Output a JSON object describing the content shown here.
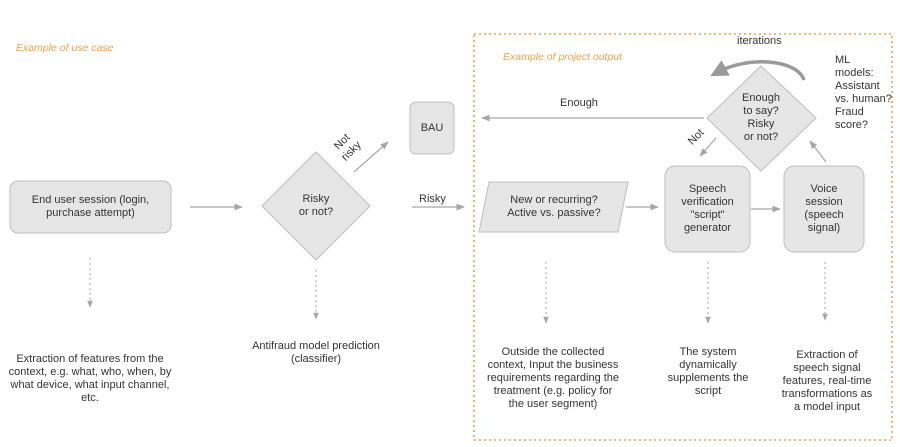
{
  "section_labels": {
    "use_case": "Example of use case",
    "project_output": "Example of  project output"
  },
  "nodes": {
    "end_user_session": [
      "End user session  (login,",
      "purchase attempt)"
    ],
    "risky_or_not": [
      "Risky",
      "or not?"
    ],
    "bau": "BAU",
    "new_or_recurring": [
      "New or recurring?",
      "Active vs. passive?"
    ],
    "speech_verification": [
      "Speech",
      "verification",
      "\"script\"",
      "generator"
    ],
    "voice_session": [
      "Voice",
      "session",
      "(speech",
      "signal)"
    ],
    "enough_to_say": [
      "Enough",
      "to say?",
      "Risky",
      "or not?"
    ]
  },
  "edge_labels": {
    "not_risky": [
      "Not",
      "risky"
    ],
    "risky": "Risky",
    "enough": "Enough",
    "not": "Not",
    "iterations": "iterations"
  },
  "ml_models": [
    "ML",
    "models:",
    "Assistant",
    "vs. human?",
    "Fraud",
    "score?"
  ],
  "descriptions": {
    "features": [
      "Extraction of features from the",
      "context, e.g. what, who, when, by",
      "what device, what input channel,",
      "etc."
    ],
    "antifraud": [
      "Antifraud model prediction",
      "(classifier)"
    ],
    "outside_context": [
      "Outside the collected",
      "context, Input the business",
      "requirements regarding the",
      "treatment (e.g. policy for",
      "the user segment)"
    ],
    "system": [
      "The system",
      "dynamically",
      "supplements the",
      "script"
    ],
    "speech_features": [
      "Extraction of",
      "speech signal",
      "features, real-time",
      "transformations as",
      "a model input"
    ]
  },
  "colors": {
    "shape_fill": "#e6e6e6",
    "shape_stroke": "#bdbdbd",
    "arrow": "#a6a6a6",
    "accent": "#f0a04b",
    "text": "#333333"
  }
}
